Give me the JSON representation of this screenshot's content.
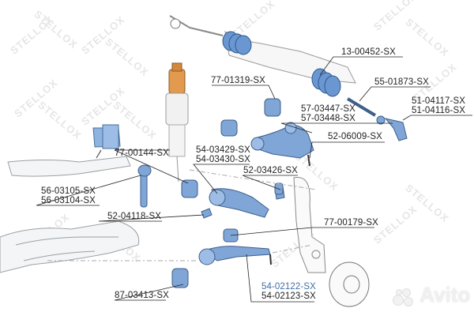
{
  "diagram": {
    "brand_watermark": "STELLOX",
    "site_watermark": "Avito",
    "accent_part_color": "#7fa6d6",
    "strut_top_color": "#e39a4e",
    "labels": [
      {
        "id": "13-00452",
        "text": "13-00452-SX",
        "part": "steering rack boot"
      },
      {
        "id": "55-01873",
        "text": "55-01873-SX",
        "part": "tie rod"
      },
      {
        "id": "51-04117",
        "text": "51-04117-SX",
        "part": "tie rod end"
      },
      {
        "id": "51-04116",
        "text": "51-04116-SX",
        "part": "tie rod end"
      },
      {
        "id": "77-01319",
        "text": "77-01319-SX",
        "part": "upper arm bushing"
      },
      {
        "id": "57-03447",
        "text": "57-03447-SX",
        "part": "upper control arm"
      },
      {
        "id": "57-03448",
        "text": "57-03448-SX",
        "part": "upper control arm"
      },
      {
        "id": "52-06009",
        "text": "52-06009-SX",
        "part": "upper ball joint"
      },
      {
        "id": "77-00144",
        "text": "77-00144-SX",
        "part": "lower arm bushing"
      },
      {
        "id": "54-03429",
        "text": "54-03429-SX",
        "part": "lower control arm"
      },
      {
        "id": "54-03430",
        "text": "54-03430-SX",
        "part": "lower control arm"
      },
      {
        "id": "52-03426",
        "text": "52-03426-SX",
        "part": "lower ball joint"
      },
      {
        "id": "56-03105",
        "text": "56-03105-SX",
        "part": "stabilizer link"
      },
      {
        "id": "56-03104",
        "text": "56-03104-SX",
        "part": "stabilizer link"
      },
      {
        "id": "52-04118",
        "text": "52-04118-SX",
        "part": "ball joint"
      },
      {
        "id": "77-00179",
        "text": "77-00179-SX",
        "part": "knuckle bushing"
      },
      {
        "id": "87-03413",
        "text": "87-03413-SX",
        "part": "arm bushing"
      },
      {
        "id": "54-02122",
        "text": "54-02122-SX",
        "part": "tension strut",
        "highlighted": true
      },
      {
        "id": "54-02123",
        "text": "54-02123-SX",
        "part": "tension strut"
      }
    ]
  }
}
